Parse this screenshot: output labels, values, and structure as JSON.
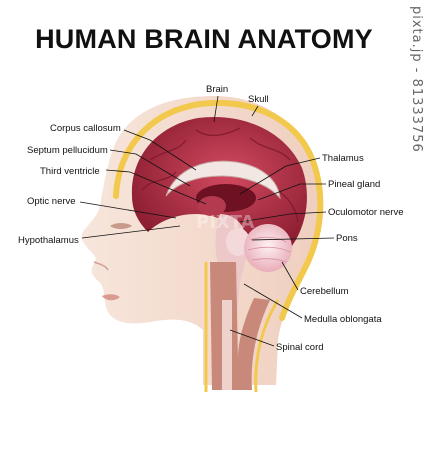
{
  "title": "HUMAN BRAIN ANATOMY",
  "watermark": "pixta.jp - 81333756",
  "watermark_center": "PIXTA",
  "labels": {
    "brain": "Brain",
    "skull": "Skull",
    "corpus_callosum": "Corpus callosum",
    "septum_pellucidum": "Septum pellucidum",
    "third_ventricle": "Third ventricle",
    "optic_nerve": "Optic nerve",
    "hypothalamus": "Hypothalamus",
    "thalamus": "Thalamus",
    "pineal_gland": "Pineal gland",
    "oculomotor_nerve": "Oculomotor nerve",
    "pons": "Pons",
    "cerebellum": "Cerebellum",
    "medulla_oblongata": "Medulla oblongata",
    "spinal_cord": "Spinal cord"
  },
  "colors": {
    "skin": "#f4ddcf",
    "skull": "#f2c94c",
    "brain_outer": "#b8364b",
    "brain_inner": "#8e1f33",
    "ventricle": "#f1e4e2",
    "cerebellum": "#f6d7dc",
    "spine": "#c9897a"
  }
}
